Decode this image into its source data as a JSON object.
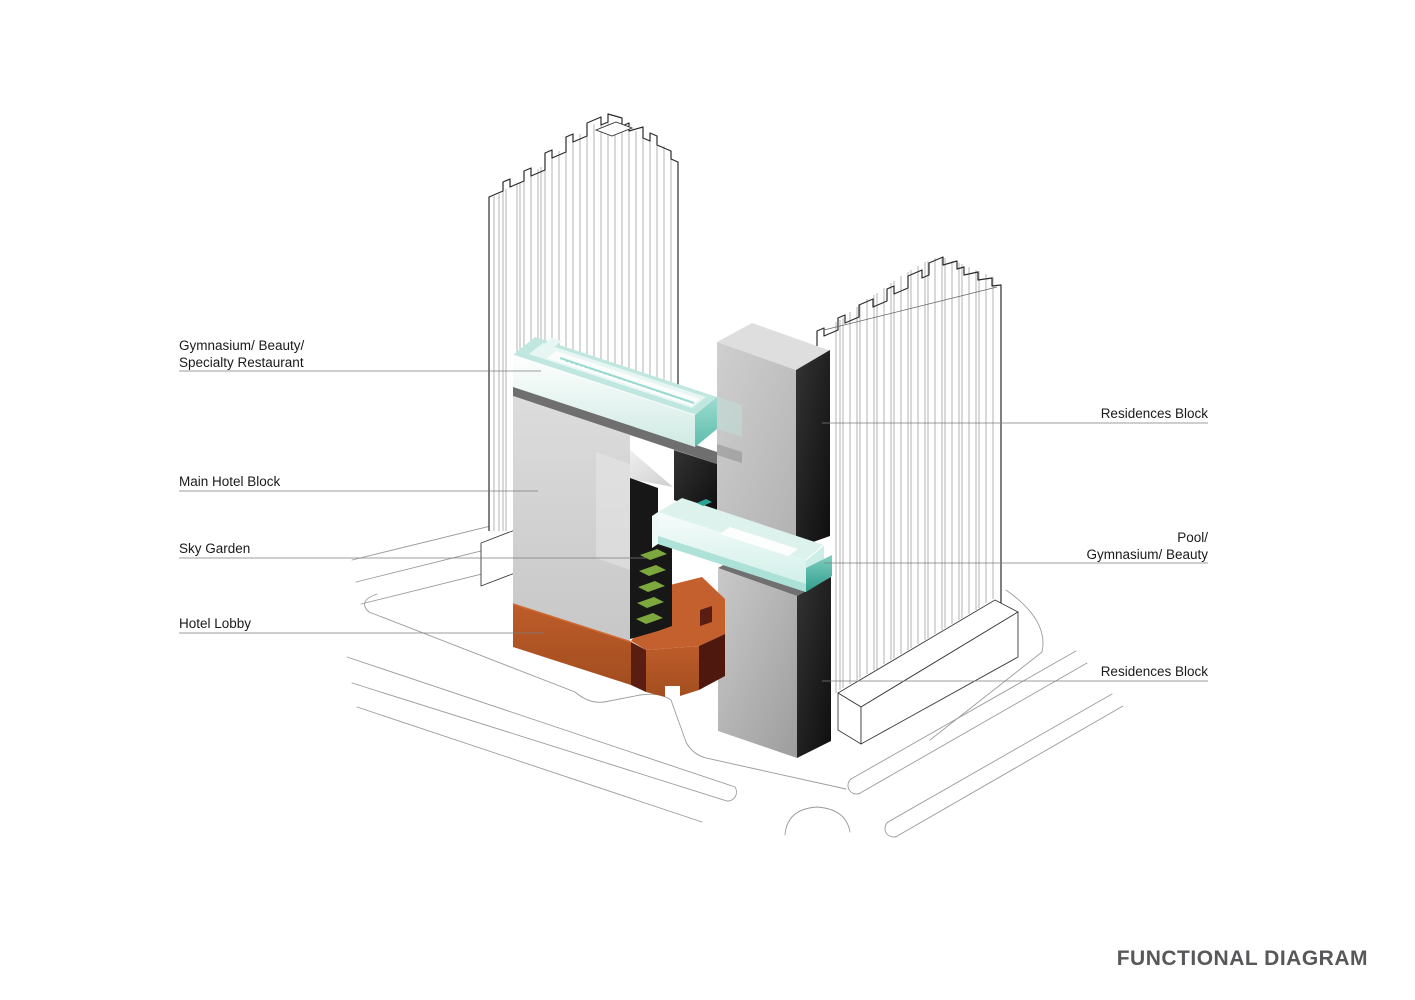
{
  "title": "FUNCTIONAL DIAGRAM",
  "palette": {
    "background": "#ffffff",
    "glass_teal_light": "#cdeee8",
    "glass_teal": "#9adcd2",
    "glass_teal_dark": "#2f9d8c",
    "block_gray": "#cccccc",
    "block_gray_dark": "#6f6f6f",
    "block_black": "#1a1a1a",
    "lobby_orange": "#c4602e",
    "lobby_orange_dark": "#a34e1f",
    "lobby_maroon": "#551b10",
    "garden_green": "#7ca83e",
    "line_gray": "#9b9b9b",
    "leader_gray": "#7d7d7d",
    "label_color": "#1a1a1a",
    "title_color": "#58585b"
  },
  "labels": {
    "left": [
      {
        "id": "gym-restaurant",
        "lines": [
          "Gymnasium/ Beauty/",
          "Specialty Restaurant"
        ],
        "color": "#9adcd2"
      },
      {
        "id": "main-hotel-block",
        "lines": [
          "Main Hotel Block"
        ],
        "color": "#cccccc"
      },
      {
        "id": "sky-garden",
        "lines": [
          "Sky Garden"
        ],
        "color": "#7ca83e"
      },
      {
        "id": "hotel-lobby",
        "lines": [
          "Hotel Lobby"
        ],
        "color": "#c4602e"
      }
    ],
    "right": [
      {
        "id": "residences-block-upper",
        "lines": [
          "Residences Block"
        ],
        "color": "#c6c6c6"
      },
      {
        "id": "pool-gym-beauty",
        "lines": [
          "Pool/",
          "Gymnasium/ Beauty"
        ],
        "color": "#9adcd2"
      },
      {
        "id": "residences-block-lower",
        "lines": [
          "Residences Block"
        ],
        "color": "#c6c6c6"
      }
    ]
  }
}
